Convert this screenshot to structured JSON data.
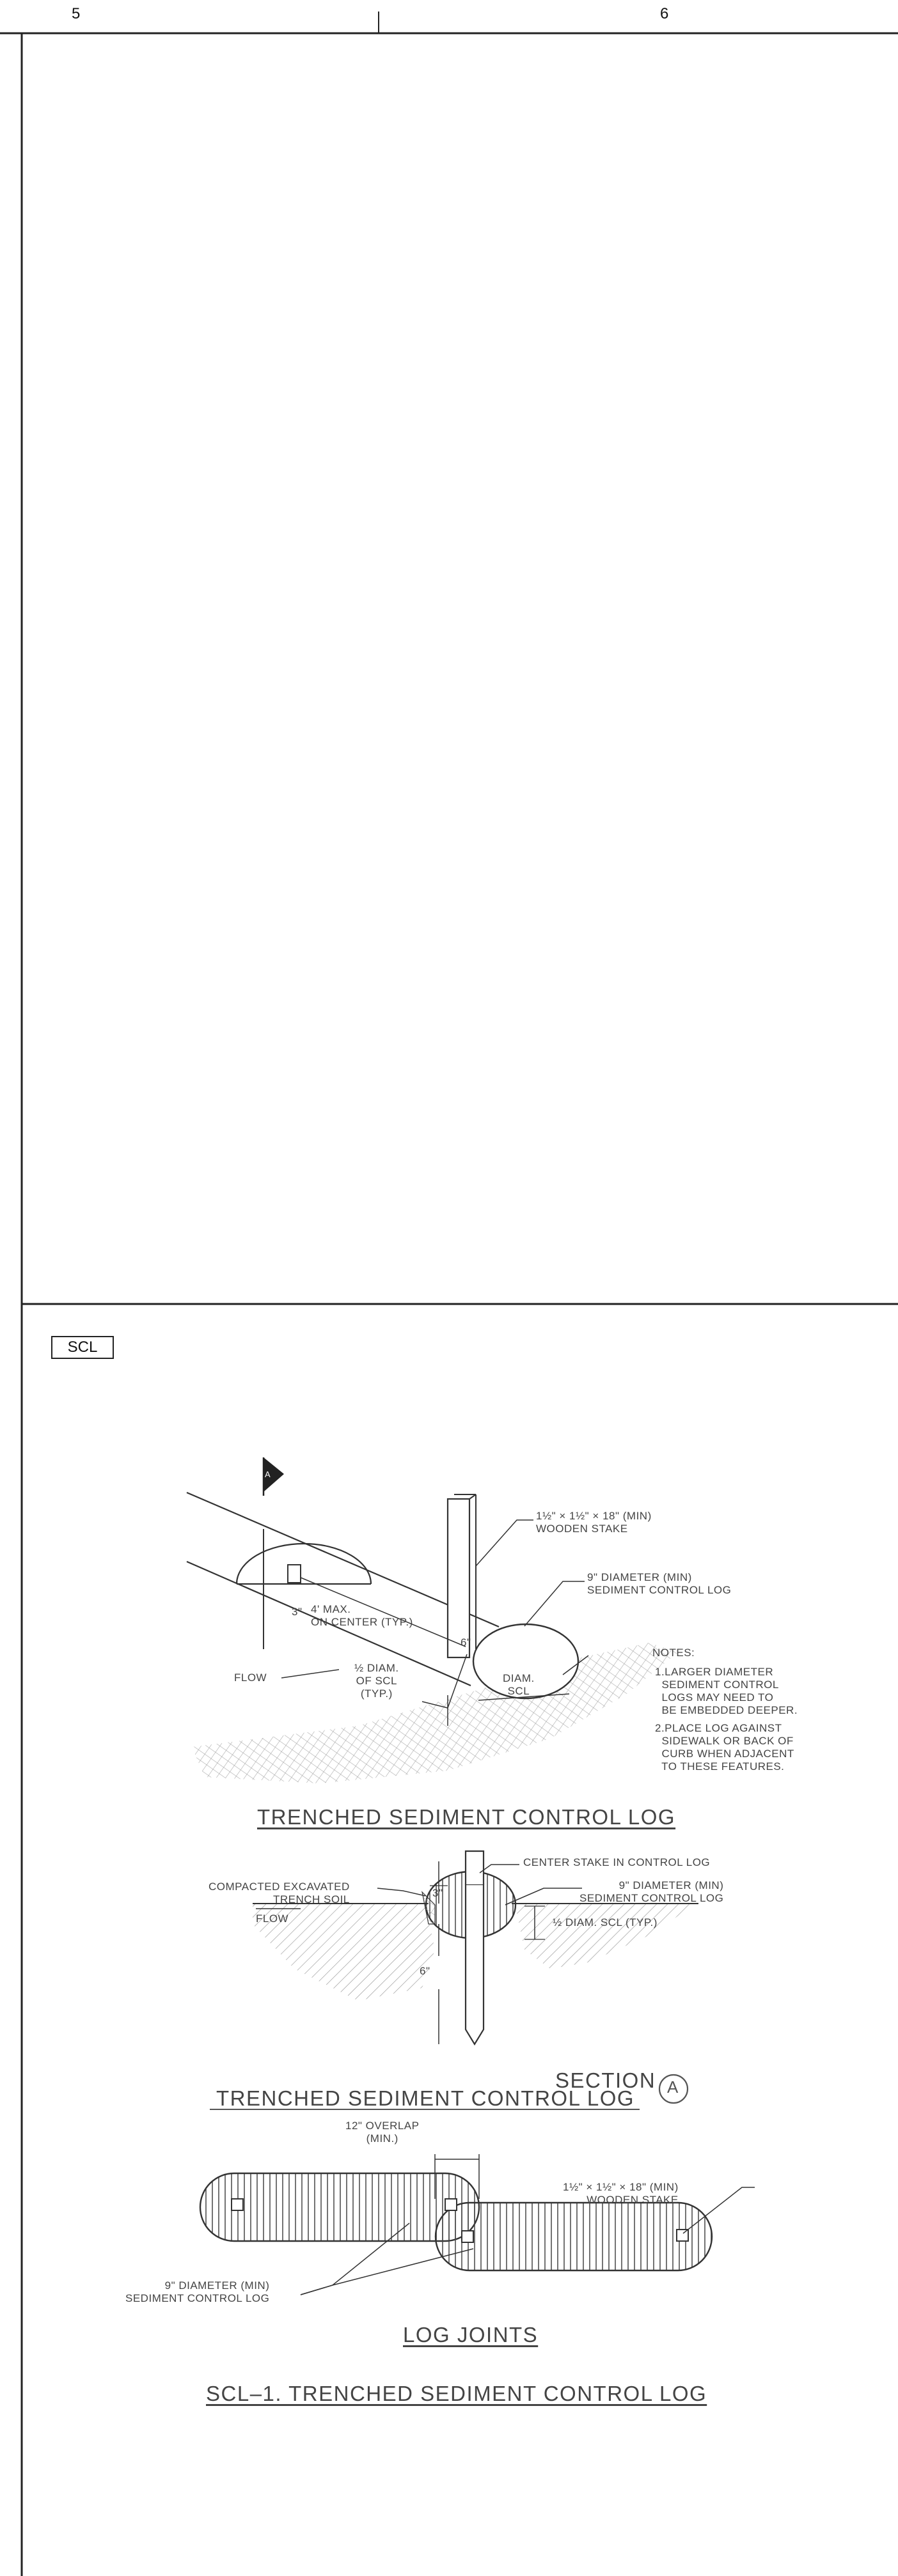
{
  "grid": {
    "col_left": "5",
    "col_right": "6"
  },
  "tag": "SCL",
  "view1": {
    "stake": "1½\" × 1½\" × 18\" (MIN)\nWOODEN STAKE",
    "log": "9\" DIAMETER (MIN)\nSEDIMENT CONTROL LOG",
    "spacing": "4' MAX.\nON CENTER (TYP.)",
    "three_in": "3\"",
    "six_in": "6\"",
    "flow": "FLOW",
    "half_diam": "½ DIAM.\nOF SCL\n(TYP.)",
    "diam": "DIAM.\nSCL",
    "section_marker": "A",
    "notes_title": "NOTES:",
    "note1": "1.LARGER DIAMETER\n  SEDIMENT CONTROL\n  LOGS MAY NEED TO\n  BE EMBEDDED DEEPER.",
    "note2": "2.PLACE LOG AGAINST\n  SIDEWALK OR BACK OF\n  CURB WHEN ADJACENT\n  TO THESE FEATURES.",
    "title": "TRENCHED SEDIMENT CONTROL LOG"
  },
  "view2": {
    "center_stake": "CENTER STAKE IN CONTROL LOG",
    "soil": "COMPACTED EXCAVATED\nTRENCH SOIL",
    "three_in": "3\"",
    "log": "9\" DIAMETER (MIN)\nSEDIMENT CONTROL LOG",
    "half_diam": "½ DIAM. SCL (TYP.)",
    "flow": "FLOW",
    "six_in": "6\"",
    "section_word": "SECTION",
    "title": "TRENCHED SEDIMENT CONTROL LOG",
    "marker": "A"
  },
  "view3": {
    "overlap": "12\" OVERLAP\n(MIN.)",
    "stake": "1½\" × 1½\" × 18\" (MIN)\nWOODEN STAKE",
    "log": "9\" DIAMETER (MIN)\nSEDIMENT CONTROL LOG",
    "title": "LOG JOINTS"
  },
  "figure_title": "SCL–1. TRENCHED SEDIMENT CONTROL LOG"
}
